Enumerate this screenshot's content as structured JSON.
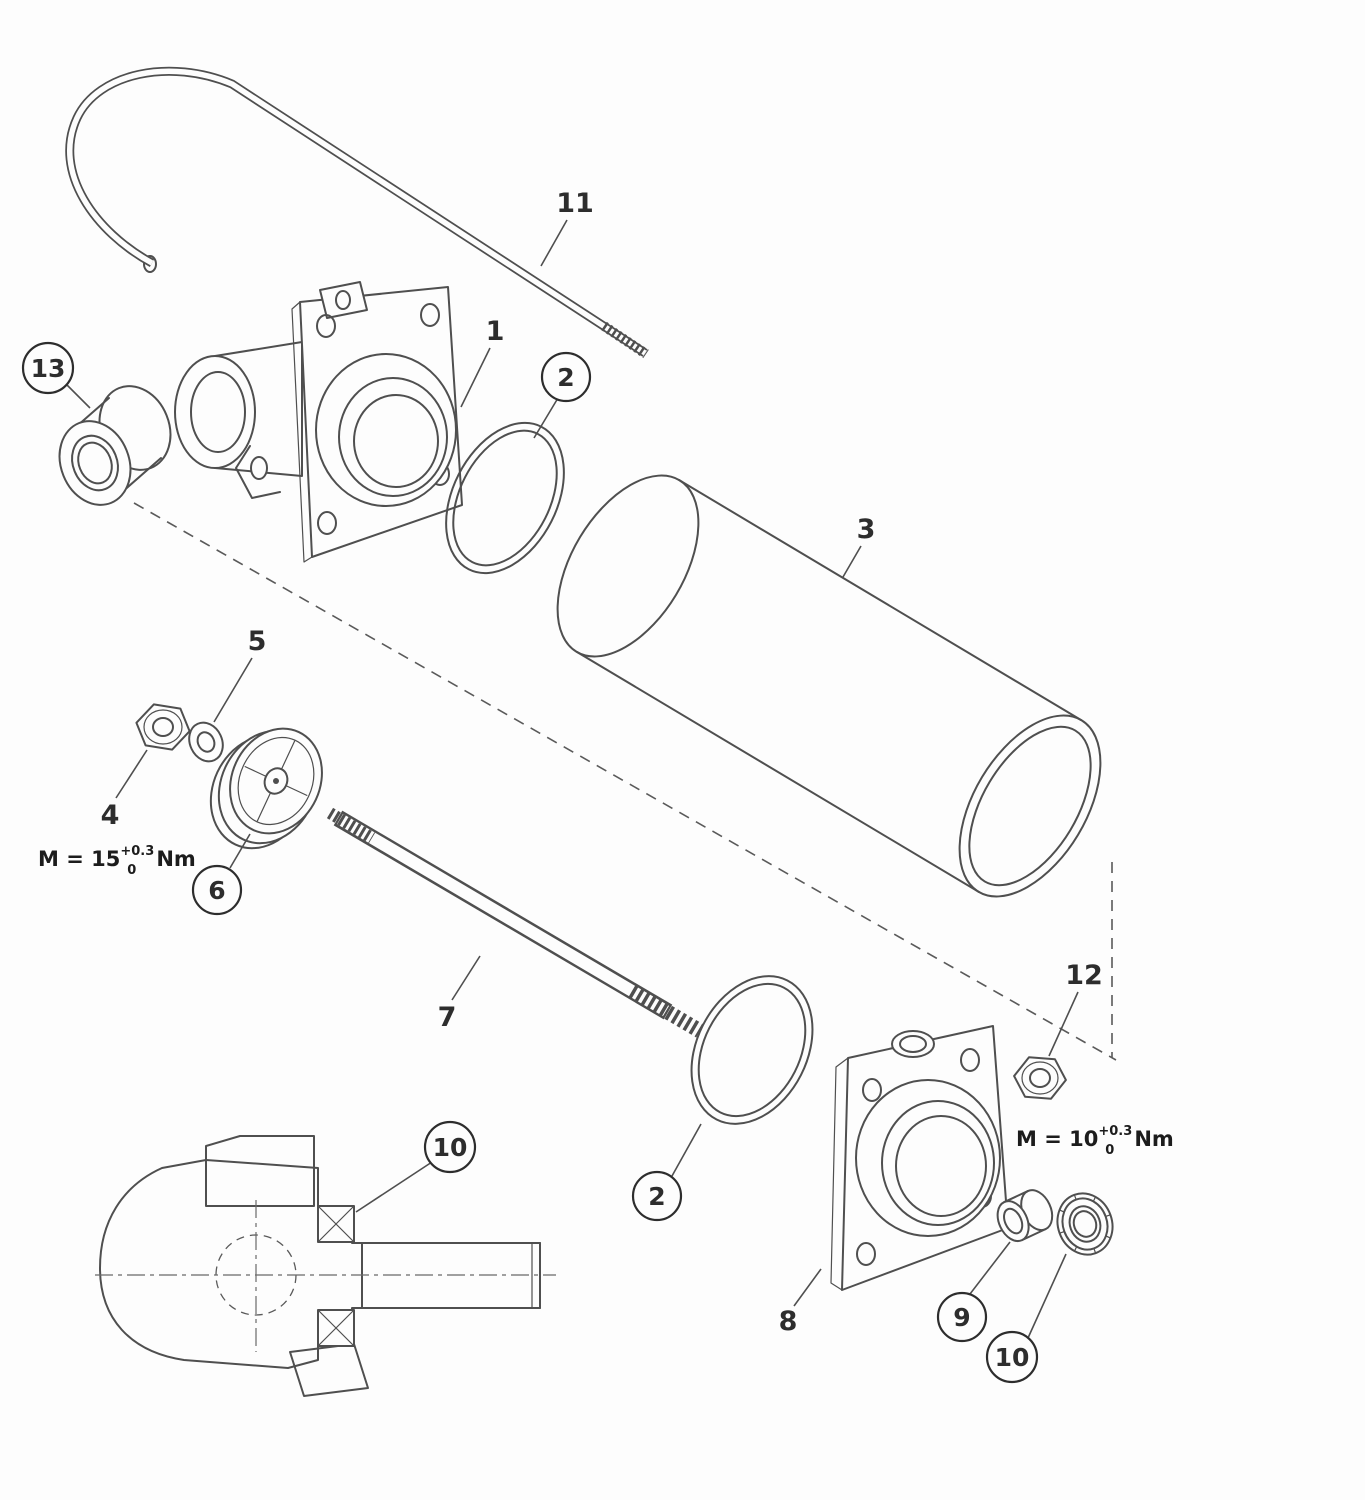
{
  "figure": {
    "type": "exploded-parts-diagram",
    "background_color": "#fdfdfd",
    "line_color": "#4f4f4f",
    "label_color": "#2d2d2d"
  },
  "callouts": [
    {
      "ref": "11",
      "style": "plain"
    },
    {
      "ref": "1",
      "style": "plain"
    },
    {
      "ref": "2",
      "style": "circled"
    },
    {
      "ref": "13",
      "style": "circled"
    },
    {
      "ref": "3",
      "style": "plain"
    },
    {
      "ref": "5",
      "style": "plain"
    },
    {
      "ref": "4",
      "style": "plain"
    },
    {
      "ref": "6",
      "style": "circled"
    },
    {
      "ref": "7",
      "style": "plain"
    },
    {
      "ref": "2",
      "style": "circled"
    },
    {
      "ref": "12",
      "style": "plain"
    },
    {
      "ref": "8",
      "style": "plain"
    },
    {
      "ref": "9",
      "style": "circled"
    },
    {
      "ref": "10",
      "style": "circled"
    },
    {
      "ref": "10",
      "style": "circled"
    }
  ],
  "torque_labels": [
    {
      "base": "M = 15",
      "tol_plus": "+0.3",
      "tol_minus": "0",
      "unit": "Nm"
    },
    {
      "base": "M = 10",
      "tol_plus": "+0.3",
      "tol_minus": "0",
      "unit": "Nm"
    }
  ]
}
